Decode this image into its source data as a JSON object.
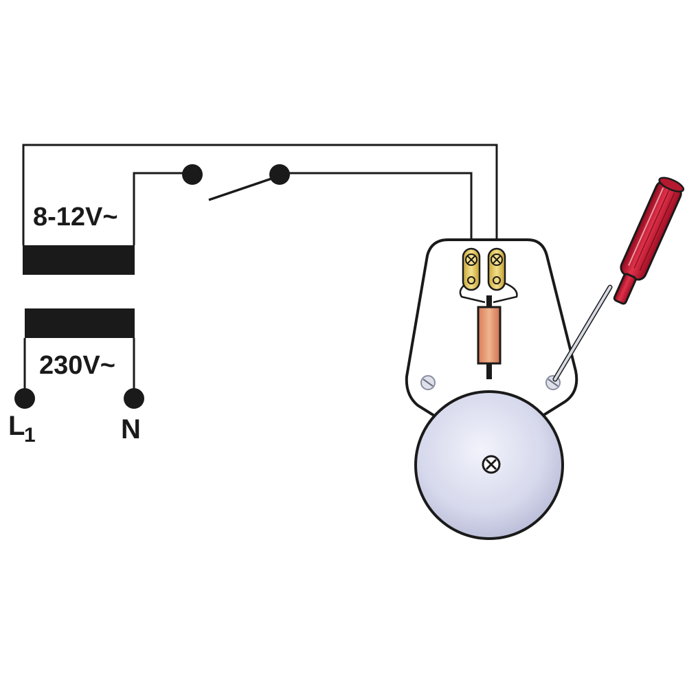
{
  "labels": {
    "secondary_voltage": "8-12V~",
    "primary_voltage": "230V~",
    "terminal_line": "L",
    "terminal_line_subscript": "1",
    "terminal_neutral": "N"
  },
  "colors": {
    "line": "#1a1a1a",
    "terminal_brass": "#e8cf6a",
    "coil": "#e6a07a",
    "bell_dome": "#d6d8ec",
    "screwdriver_handle": "#c8102e",
    "screwdriver_shaft": "#cfd3dc"
  },
  "icons": {
    "push_switch": "switch-icon",
    "transformer": "transformer-icon",
    "bell": "bell-icon",
    "screwdriver": "screwdriver-icon"
  }
}
